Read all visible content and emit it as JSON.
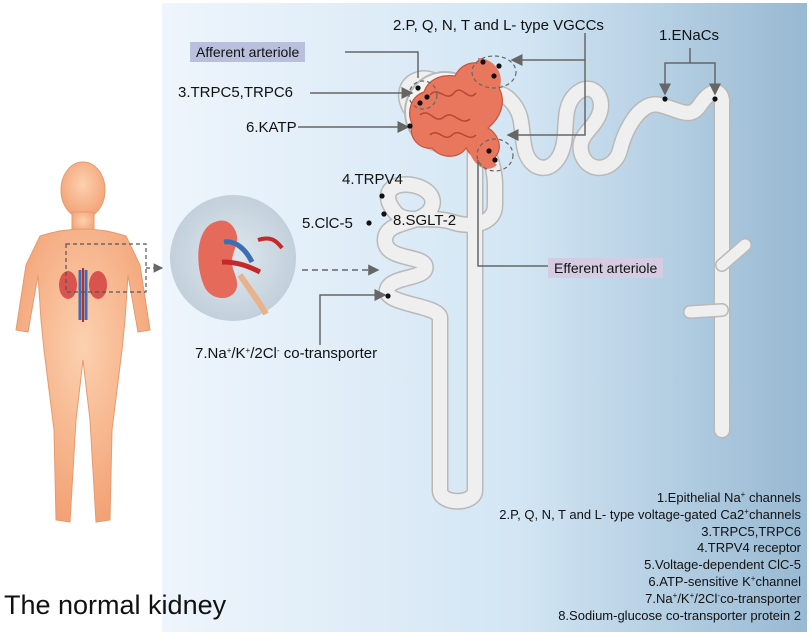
{
  "labels": {
    "vgcc": "2.P, Q, N, T and L- type VGCCs",
    "enacs": "1.ENaCs",
    "afferent": "Afferent arteriole",
    "trpc": "3.TRPC5,TRPC6",
    "katp": "6.KATP",
    "trpv4": "4.TRPV4",
    "clc5": "5.ClC-5",
    "sglt2": "8.SGLT-2",
    "efferent": "Efferent arteriole",
    "nkcc_prefix": "7.Na",
    "nkcc_sup1": "+",
    "nkcc_mid1": "/K",
    "nkcc_sup2": "+",
    "nkcc_mid2": "/2Cl",
    "nkcc_sup3": "-",
    "nkcc_suffix": "co-transporter"
  },
  "legend": {
    "l1": "1.Epithelial Na",
    "l1_sup": "+",
    "l1_tail": " channels",
    "l2": "2.P, Q, N, T and L- type voltage-gated Ca2",
    "l2_sup": "+",
    "l2_tail": "channels",
    "l3": "3.TRPC5,TRPC6",
    "l4": "4.TRPV4 receptor",
    "l5": "5.Voltage-dependent ClC-5",
    "l6": "6.ATP-sensitive K",
    "l6_sup": "+",
    "l6_tail": "channel",
    "l7a": "7.Na",
    "l7_sup1": "+",
    "l7b": "/K",
    "l7_sup2": "+",
    "l7c": "/2Cl",
    "l7_sup3": "-",
    "l7d": "co-transporter",
    "l8": "8.Sodium-glucose co-transporter protein 2"
  },
  "caption": "The normal kidney",
  "colors": {
    "panel_light": "#eaf3fb",
    "panel_dark": "#9cbdd6",
    "tubule": "#efefef",
    "tubule_outline": "#b9b9b9",
    "glomerulus": "#e8775e",
    "body_skin": "#f8b88f",
    "label_box_afferent": "#b9c0dd",
    "label_box_efferent": "#d5cbe3",
    "arrow": "#666666"
  }
}
